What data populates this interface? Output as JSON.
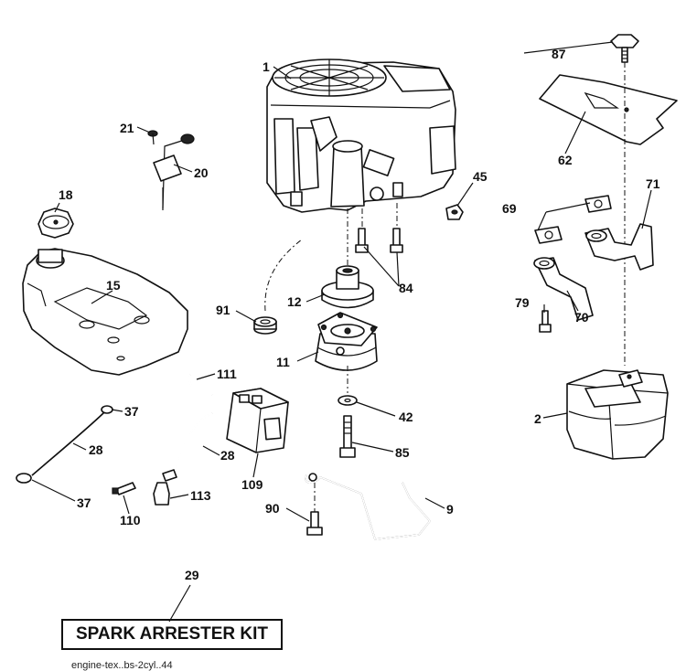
{
  "kit_label": "SPARK ARRESTER KIT",
  "reference_code": "engine-tex..bs-2cyl..44",
  "callouts": {
    "c1": "1",
    "c2": "2",
    "c9": "9",
    "c11": "11",
    "c12": "12",
    "c15": "15",
    "c18": "18",
    "c20": "20",
    "c21": "21",
    "c28a": "28",
    "c28b": "28",
    "c29": "29",
    "c37a": "37",
    "c37b": "37",
    "c42": "42",
    "c45": "45",
    "c62": "62",
    "c69": "69",
    "c70": "70",
    "c71": "71",
    "c79": "79",
    "c84": "84",
    "c85": "85",
    "c87": "87",
    "c90": "90",
    "c91": "91",
    "c109": "109",
    "c110": "110",
    "c111": "111",
    "c113": "113"
  }
}
